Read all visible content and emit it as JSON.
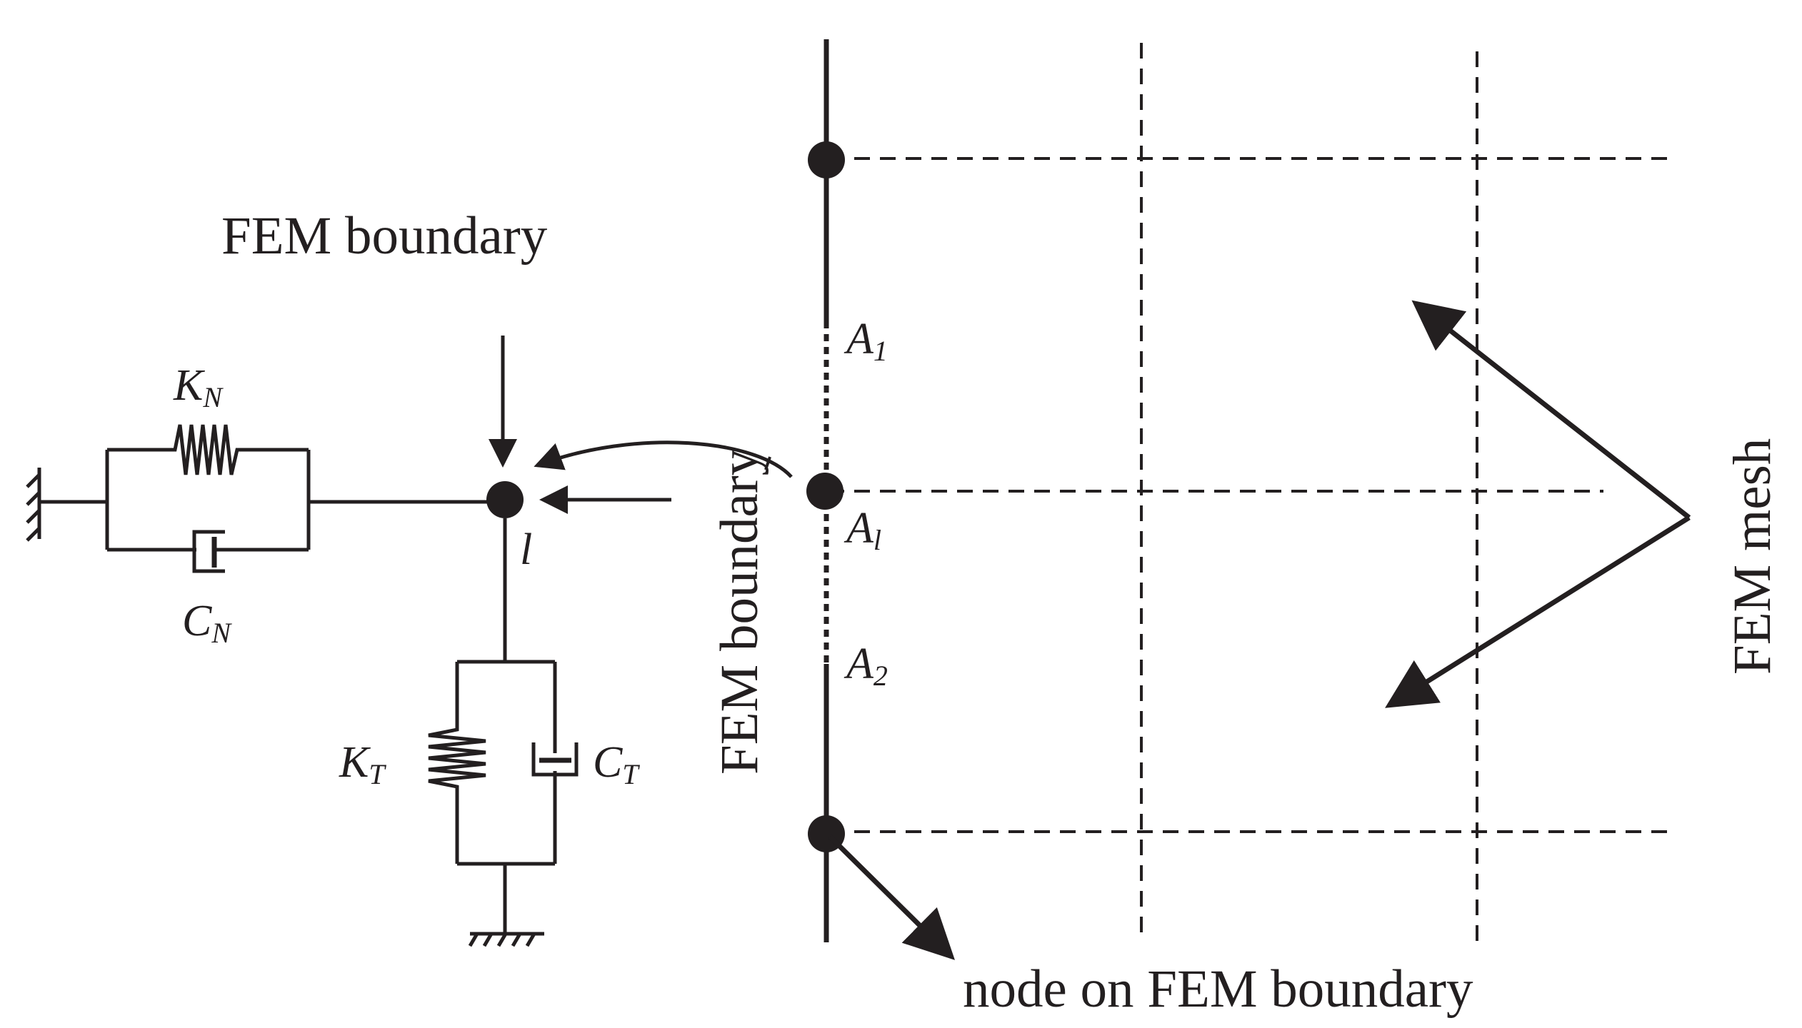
{
  "labels": {
    "fem_boundary_top": "FEM boundary",
    "fem_boundary_vertical": "FEM boundary",
    "fem_mesh": "FEM mesh",
    "node_caption": "node on FEM boundary",
    "node_l": "l"
  },
  "symbols": {
    "kn": {
      "main": "K",
      "sub": "N"
    },
    "cn": {
      "main": "C",
      "sub": "N"
    },
    "kt": {
      "main": "K",
      "sub": "T"
    },
    "ct": {
      "main": "C",
      "sub": "T"
    },
    "a1_top": {
      "main": "A",
      "sub": "1"
    },
    "al_mid": {
      "main": "A",
      "sub": "l"
    },
    "a2": {
      "main": "A",
      "sub": "2"
    }
  },
  "colors": {
    "ink": "#231f20",
    "background": "#ffffff"
  }
}
